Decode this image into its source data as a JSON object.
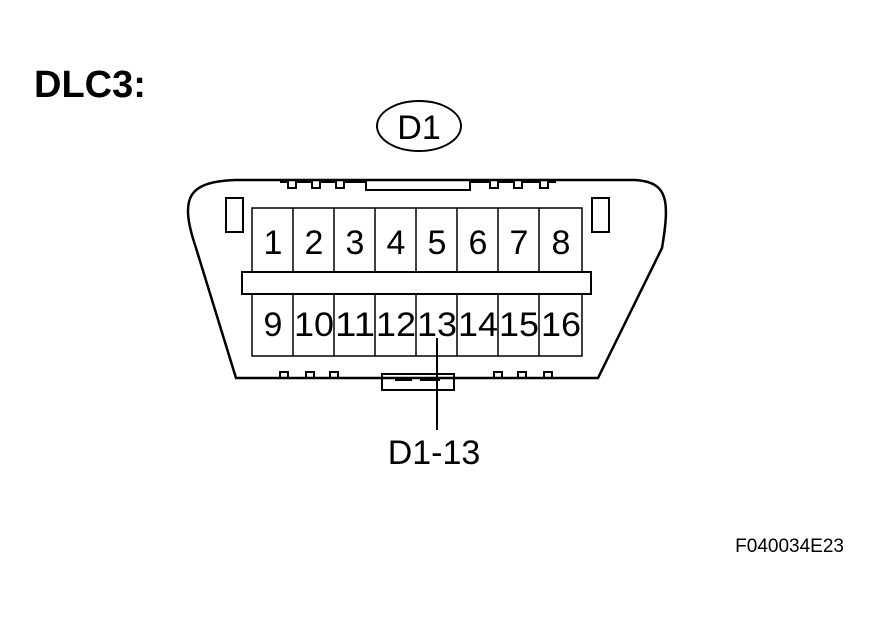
{
  "title": "DLC3:",
  "connector_id": "D1",
  "pins_top": [
    "1",
    "2",
    "3",
    "4",
    "5",
    "6",
    "7",
    "8"
  ],
  "pins_bottom": [
    "9",
    "10",
    "11",
    "12",
    "13",
    "14",
    "15",
    "16"
  ],
  "callout_label": "D1-13",
  "figure_code": "F040034E23"
}
